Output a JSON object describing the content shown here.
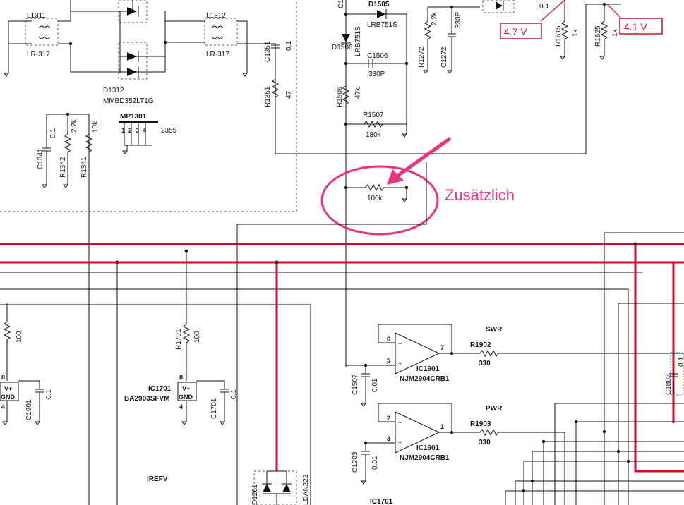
{
  "colors": {
    "wire": "#111111",
    "bus": "#c8102e",
    "annotation": "#e8347e",
    "voltage_label": "#c8102e"
  },
  "annotation": {
    "text": "Zusätzlich"
  },
  "voltages": {
    "v1": "4.7 V",
    "v2": "4.1 V"
  },
  "labels": {
    "L1311": "L1311",
    "LR317a": "LR-317",
    "L1312": "L1312",
    "LR317b": "LR-317",
    "D1312": "D1312",
    "MMBD": "MMBD352LT1G",
    "MP1301": "MP1301",
    "mp_pins": [
      "1",
      "2",
      "3",
      "4"
    ],
    "mp_val": "2355",
    "C1341": "C1341",
    "C1341v": "0.1",
    "R1342": "R1342",
    "R1342v": "2.2k",
    "R1341": "R1341",
    "R1341v": "10k",
    "C1351": "C1351",
    "C1351v": "0.1",
    "R1351": "R1351",
    "R1351v": "47",
    "C1top": "C1",
    "D1505": "D1505",
    "LRB751S": "LRB751S",
    "D1506": "D1506",
    "LRB751Sv": "LRB751S",
    "C1506": "C1506",
    "C1506v": "330P",
    "R1506": "R1506",
    "R1506v": "47k",
    "R1507": "R1507",
    "R1507v": "180k",
    "R100k": "100k",
    "R1272": "R1272",
    "R1272v": "2.2k",
    "C1272": "C1272",
    "C1272v": "330P",
    "cap_top": "0.1",
    "R1615": "R1615",
    "R1615v": "1k",
    "R1625": "R1625",
    "R1625v": "1k",
    "rleft_v": "100",
    "R1701": "R1701",
    "R1701v": "100",
    "icL_8": "8",
    "icL_4": "4",
    "icL_vp": "V+",
    "icL_gnd": "GND",
    "C1901L": "C1901",
    "C1901Lv": "0.1",
    "ic_8": "8",
    "ic_4": "4",
    "ic_vp": "V+",
    "ic_gnd": "GND",
    "IC1701": "IC1701",
    "BA2903": "BA2903SFVM",
    "C1701": "C1701",
    "C1701v": "0.1",
    "opa_p6": "6",
    "opa_p5": "5",
    "opa_p7": "7",
    "opa_minus": "−",
    "opa_plus": "+",
    "IC1901a": "IC1901",
    "NJMa": "NJM2904CRB1",
    "R1902": "R1902",
    "R1902v": "330",
    "SWR": "SWR",
    "C1507": "C1507",
    "C1507v": "0.01",
    "opb_p2": "2",
    "opb_p3": "3",
    "opb_p1": "1",
    "opb_minus": "−",
    "opb_plus": "+",
    "IC1901b": "IC1901",
    "NJMb": "NJM2904CRB1",
    "R1903": "R1903",
    "R1903v": "330",
    "PWR": "PWR",
    "C1203": "C1203",
    "C1203v": "0.01",
    "IREFV": "IREFV",
    "D1261": "D1261",
    "LDAN222": "LDAN222",
    "IC1701b": "IC1701",
    "C1803": "C1803",
    "C1803v": "0.1"
  }
}
